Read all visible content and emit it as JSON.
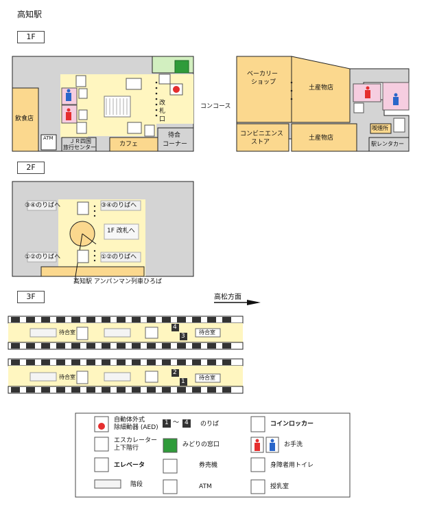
{
  "title": "高知駅",
  "floors": {
    "f1": "1F",
    "f2": "2F",
    "f3": "3F"
  },
  "direction": "高松方面",
  "f1": {
    "restaurant": "飲食店",
    "jr_center": [
      "ＪＲ四国",
      "旅行センター"
    ],
    "cafe": "カフェ",
    "waiting_corner": [
      "待合",
      "コーナー"
    ],
    "gate": "改札口",
    "concourse": "コンコース",
    "bakery": [
      "ベーカリー",
      "ショップ"
    ],
    "souvenir1": "土産物店",
    "souvenir2": "土産物店",
    "convenience": [
      "コンビニエンス",
      "ストア"
    ],
    "smoking": "喫煙所",
    "rental": "駅レンタカー",
    "atm": "ATM"
  },
  "f2": {
    "to34_left": "③④のりばへ",
    "to34_right": "③④のりばへ",
    "to12_left": "①②のりばへ",
    "to12_right": "①②のりばへ",
    "to_gate": "1F 改札へ",
    "plaza": "高知駅 アンパンマン列車ひろば"
  },
  "f3": {
    "waiting_left_a": "待合室",
    "waiting_right_a": "待合室",
    "waiting_left_b": "待合室",
    "waiting_right_b": "待合室",
    "platforms": [
      "4",
      "3",
      "2",
      "1"
    ]
  },
  "legend": {
    "aed": [
      "自動体外式",
      "除細動器 (AED)"
    ],
    "platform": "のりば",
    "platform_from": "1",
    "platform_to": "4",
    "tilde": "〜",
    "coin_locker": "コインロッカー",
    "escalator": [
      "エスカレーター",
      "上下階行"
    ],
    "midori": "みどりの窓口",
    "toilet": "お手洗",
    "elevator": "エレベータ",
    "ticket_machine": "券売機",
    "accessible_toilet": "身障者用トイレ",
    "stairs": "階段",
    "atm": "ATM",
    "nursing": "授乳室"
  },
  "colors": {
    "gray": "#d4d4d4",
    "yellow": "#fff6c0",
    "shop": "#fbd88e",
    "green": "#d2efc0",
    "pink": "#f6cde0",
    "toilet_red": "#e52e2e",
    "toilet_blue": "#2a66c9"
  }
}
